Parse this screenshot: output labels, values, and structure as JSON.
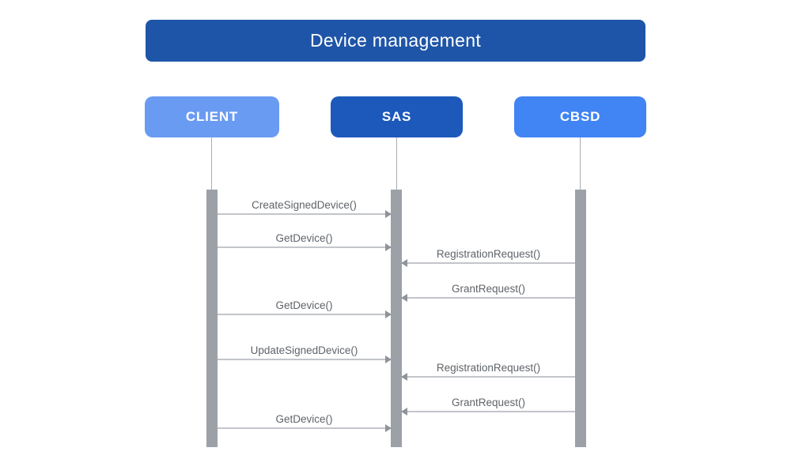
{
  "diagram": {
    "title": "Device management",
    "actors": [
      {
        "id": "client",
        "label": "CLIENT",
        "color": "#6a9bf2"
      },
      {
        "id": "sas",
        "label": "SAS",
        "color": "#1c59bb"
      },
      {
        "id": "cbsd",
        "label": "CBSD",
        "color": "#4184f3"
      }
    ],
    "messages": [
      {
        "label": "CreateSignedDevice()",
        "from": "CLIENT",
        "to": "SAS",
        "direction": "right"
      },
      {
        "label": "GetDevice()",
        "from": "CLIENT",
        "to": "SAS",
        "direction": "right"
      },
      {
        "label": "RegistrationRequest()",
        "from": "CBSD",
        "to": "SAS",
        "direction": "left"
      },
      {
        "label": "GrantRequest()",
        "from": "CBSD",
        "to": "SAS",
        "direction": "left"
      },
      {
        "label": "GetDevice()",
        "from": "CLIENT",
        "to": "SAS",
        "direction": "right"
      },
      {
        "label": "UpdateSignedDevice()",
        "from": "CLIENT",
        "to": "SAS",
        "direction": "right"
      },
      {
        "label": "RegistrationRequest()",
        "from": "CBSD",
        "to": "SAS",
        "direction": "left"
      },
      {
        "label": "GrantRequest()",
        "from": "CBSD",
        "to": "SAS",
        "direction": "left"
      },
      {
        "label": "GetDevice()",
        "from": "CLIENT",
        "to": "SAS",
        "direction": "right"
      }
    ],
    "colors": {
      "title_bg": "#1f55a8",
      "title_text": "#ffffff",
      "activation_bar": "#9ba1a7",
      "lifeline": "#a9adb2",
      "arrow_line": "#c2c5c9",
      "arrowhead": "#8f949a",
      "message_text": "#5f6368",
      "background": "#ffffff"
    }
  }
}
